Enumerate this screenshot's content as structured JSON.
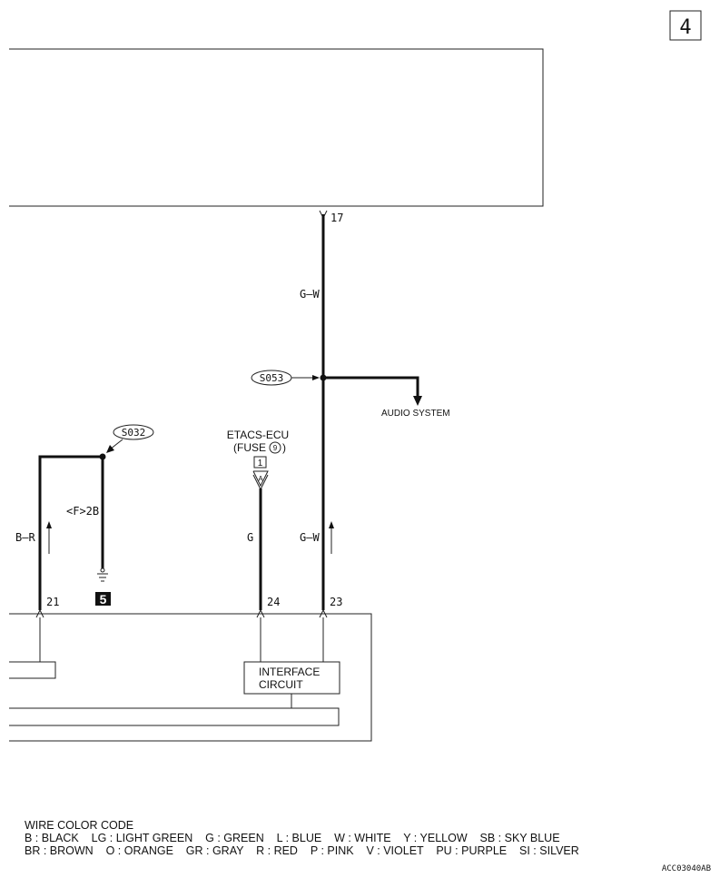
{
  "page_number": "4",
  "drawing_code": "ACC03040AB",
  "pins": {
    "p17": "17",
    "p21": "21",
    "p24": "24",
    "p23": "23"
  },
  "wires": {
    "gw_top": "G–W",
    "gw_bottom": "G–W",
    "g": "G",
    "br": "B–R",
    "f2b": "<F>2B"
  },
  "splices": {
    "s053": "S053",
    "s032": "S032"
  },
  "labels": {
    "audio_system": "AUDIO SYSTEM",
    "etacs_line1": "ETACS-ECU",
    "etacs_fuse_open": "(FUSE",
    "etacs_fuse_num": "9",
    "etacs_fuse_close": ")",
    "connector_num": "1",
    "connector_letter": "A",
    "ground_num": "5",
    "interface_line1": "INTERFACE",
    "interface_line2": "CIRCUIT"
  },
  "legend": {
    "title": "WIRE COLOR CODE",
    "row1": "B : BLACK    LG : LIGHT GREEN    G : GREEN    L : BLUE    W : WHITE    Y : YELLOW    SB : SKY BLUE",
    "row2": "BR : BROWN    O : ORANGE    GR : GRAY    R : RED    P : PINK    V : VIOLET    PU : PURPLE    SI : SILVER"
  }
}
